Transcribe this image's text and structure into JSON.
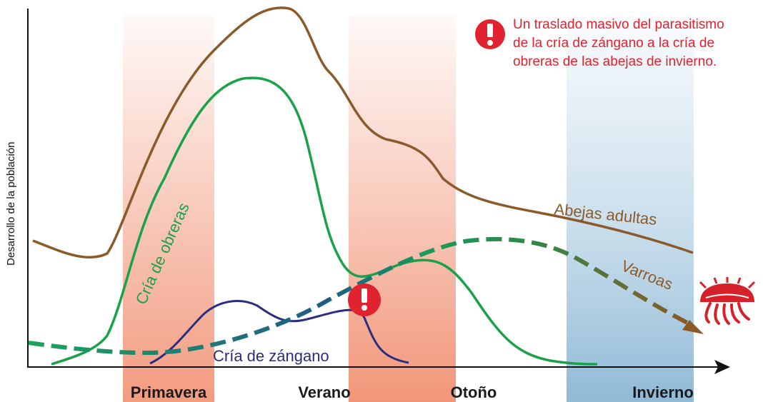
{
  "chart_data": {
    "type": "line",
    "ylabel": "Desarrollo de la población",
    "xlabel": "",
    "seasons": [
      {
        "name": "Primavera",
        "color": "#f08a6a"
      },
      {
        "name": "Verano",
        "color": ""
      },
      {
        "name": "Otoño",
        "color": "#f08a6a"
      },
      {
        "name": "Invierno",
        "color": "#9ec3dc"
      }
    ],
    "series": [
      {
        "name": "Abejas adultas",
        "color": "#8b5a2b",
        "points": [
          [
            0.0,
            0.35
          ],
          [
            0.1,
            0.3
          ],
          [
            0.15,
            0.55
          ],
          [
            0.29,
            0.95
          ],
          [
            0.37,
            1.0
          ],
          [
            0.45,
            0.82
          ],
          [
            0.51,
            0.64
          ],
          [
            0.56,
            0.58
          ],
          [
            0.62,
            0.45
          ],
          [
            0.75,
            0.38
          ],
          [
            0.9,
            0.33
          ],
          [
            1.0,
            0.3
          ]
        ]
      },
      {
        "name": "Cría de obreras",
        "color": "#1aa14a",
        "points": [
          [
            0.03,
            0.0
          ],
          [
            0.13,
            0.06
          ],
          [
            0.2,
            0.36
          ],
          [
            0.27,
            0.62
          ],
          [
            0.34,
            0.78
          ],
          [
            0.4,
            0.76
          ],
          [
            0.45,
            0.46
          ],
          [
            0.49,
            0.27
          ],
          [
            0.53,
            0.27
          ],
          [
            0.6,
            0.29
          ],
          [
            0.66,
            0.24
          ],
          [
            0.72,
            0.06
          ],
          [
            0.85,
            0.0
          ]
        ]
      },
      {
        "name": "Cría de zángano",
        "color": "#2b2d80",
        "points": [
          [
            0.18,
            0.0
          ],
          [
            0.26,
            0.1
          ],
          [
            0.32,
            0.17
          ],
          [
            0.38,
            0.12
          ],
          [
            0.43,
            0.12
          ],
          [
            0.5,
            0.14
          ],
          [
            0.53,
            0.05
          ],
          [
            0.58,
            0.0
          ]
        ]
      },
      {
        "name": "Varroas",
        "color": "#1f8a5a",
        "points": [
          [
            0.0,
            0.06
          ],
          [
            0.1,
            0.035
          ],
          [
            0.2,
            0.03
          ],
          [
            0.3,
            0.07
          ],
          [
            0.42,
            0.15
          ],
          [
            0.5,
            0.23
          ],
          [
            0.6,
            0.32
          ],
          [
            0.7,
            0.36
          ],
          [
            0.78,
            0.34
          ],
          [
            0.88,
            0.24
          ],
          [
            1.0,
            0.09
          ]
        ]
      }
    ],
    "annotations": [
      {
        "symbol": "!",
        "text_lines": [
          "Un traslado masivo del parasitismo",
          "de la cría de zángano a la cría de",
          "obreras de las abejas de invierno."
        ],
        "color": "#e0232e"
      }
    ],
    "grid": false,
    "legend": "inline labels"
  },
  "icons": {
    "alert": "exclamation-circle-icon",
    "mite": "varroa-mite-icon",
    "x_arrow": "axis-arrow-icon"
  }
}
